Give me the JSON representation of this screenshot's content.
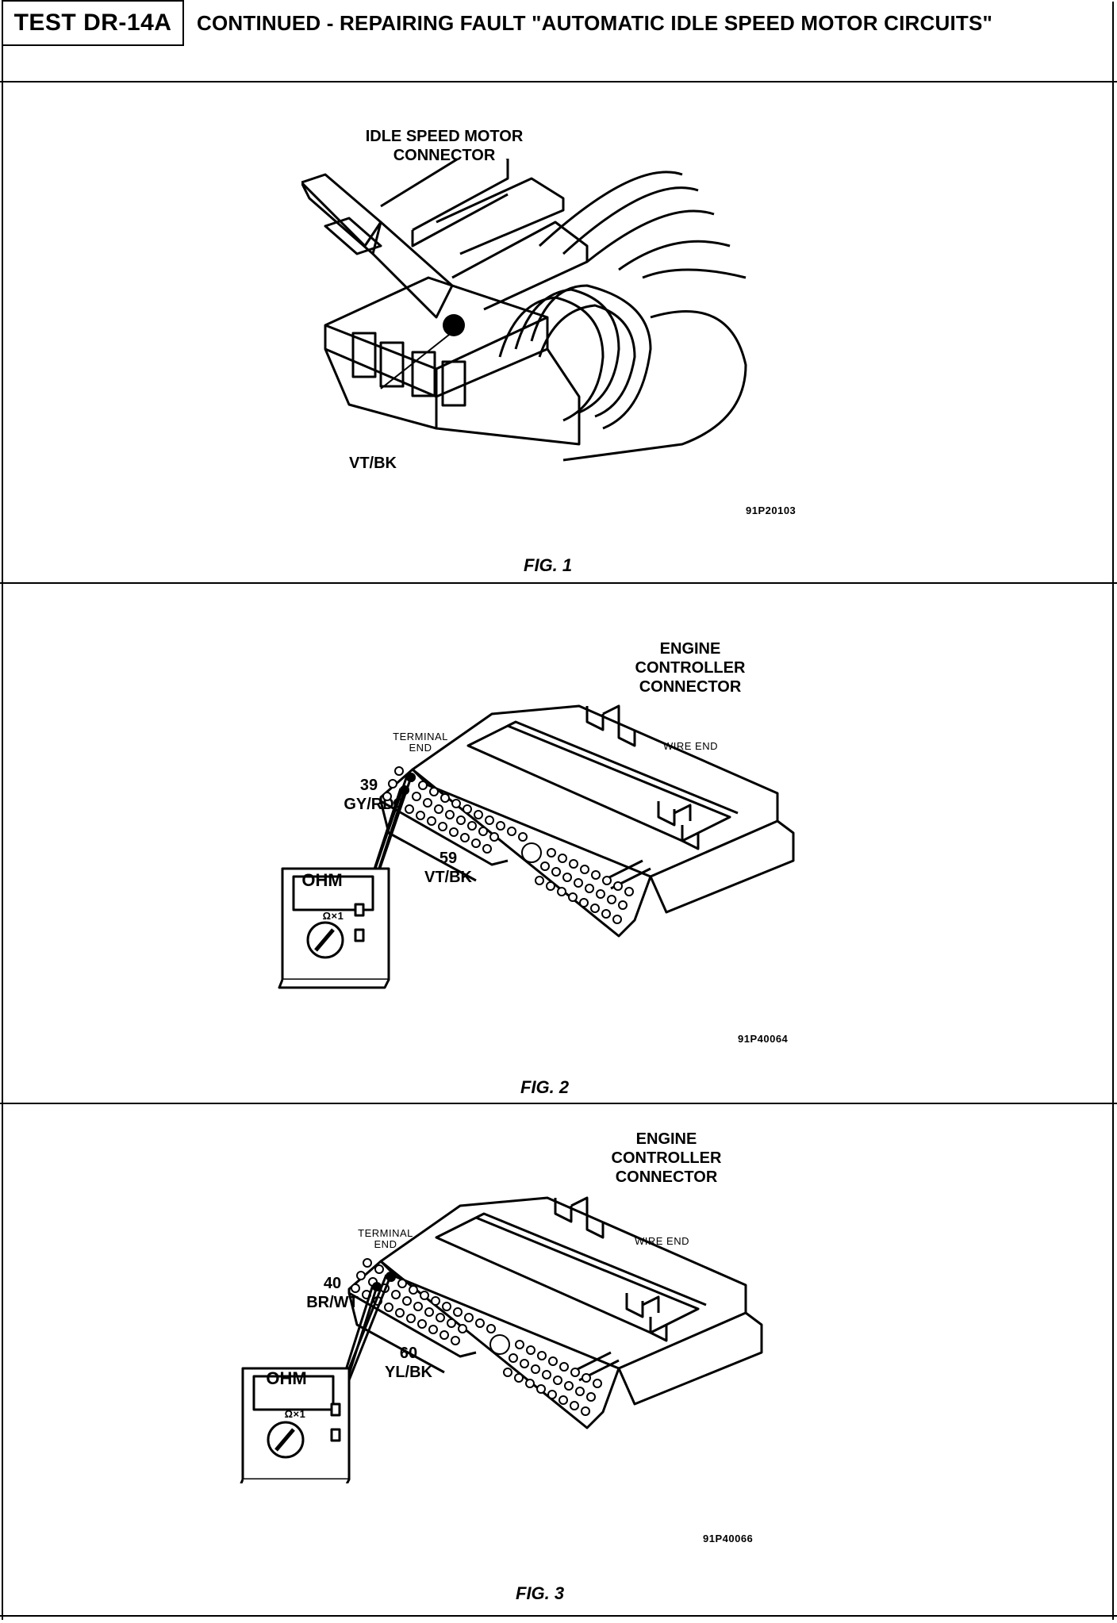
{
  "header": {
    "test_id": "TEST DR-14A",
    "title": "CONTINUED - REPAIRING FAULT \"AUTOMATIC IDLE SPEED MOTOR CIRCUITS\""
  },
  "fig1": {
    "caption": "FIG. 1",
    "connector_label_line1": "IDLE SPEED MOTOR",
    "connector_label_line2": "CONNECTOR",
    "wire_label": "VT/BK",
    "code": "91P20103"
  },
  "fig2": {
    "caption": "FIG. 2",
    "connector_label_line1": "ENGINE",
    "connector_label_line2": "CONTROLLER",
    "connector_label_line3": "CONNECTOR",
    "terminal_end_line1": "TERMINAL",
    "terminal_end_line2": "END",
    "wire_end": "WIRE END",
    "pin_a_number": "39",
    "pin_a_color": "GY/RD",
    "pin_b_number": "59",
    "pin_b_color": "VT/BK",
    "meter_display": "OHM",
    "meter_range": "Ω×1",
    "code": "91P40064"
  },
  "fig3": {
    "caption": "FIG. 3",
    "connector_label_line1": "ENGINE",
    "connector_label_line2": "CONTROLLER",
    "connector_label_line3": "CONNECTOR",
    "terminal_end_line1": "TERMINAL",
    "terminal_end_line2": "END",
    "wire_end": "WIRE END",
    "pin_a_number": "40",
    "pin_a_color": "BR/WT",
    "pin_b_number": "60",
    "pin_b_color": "YL/BK",
    "meter_display": "OHM",
    "meter_range": "Ω×1",
    "code": "91P40066"
  }
}
